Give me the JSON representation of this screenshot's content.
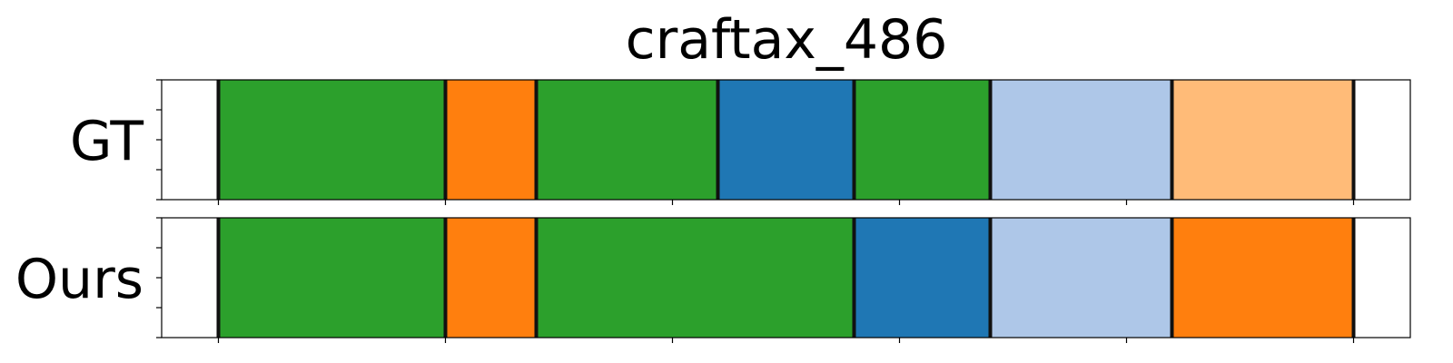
{
  "chart_data": {
    "type": "segmentation-timeline",
    "title": "craftax_486",
    "x_range": [
      0,
      550
    ],
    "x_ticks": [
      25,
      125,
      225,
      325,
      425,
      525
    ],
    "tick_labels_shown": false,
    "y_ticks_per_panel": 5,
    "boundary_color": "#111111",
    "rows": [
      {
        "label": "GT",
        "segments": [
          {
            "start": 25,
            "end": 125,
            "color": "#2ca02c"
          },
          {
            "start": 125,
            "end": 165,
            "color": "#ff7f0e"
          },
          {
            "start": 165,
            "end": 245,
            "color": "#2ca02c"
          },
          {
            "start": 245,
            "end": 305,
            "color": "#1f77b4"
          },
          {
            "start": 305,
            "end": 365,
            "color": "#2ca02c"
          },
          {
            "start": 365,
            "end": 445,
            "color": "#aec7e8"
          },
          {
            "start": 445,
            "end": 525,
            "color": "#ffbb78"
          }
        ]
      },
      {
        "label": "Ours",
        "segments": [
          {
            "start": 25,
            "end": 125,
            "color": "#2ca02c"
          },
          {
            "start": 125,
            "end": 165,
            "color": "#ff7f0e"
          },
          {
            "start": 165,
            "end": 305,
            "color": "#2ca02c"
          },
          {
            "start": 305,
            "end": 365,
            "color": "#1f77b4"
          },
          {
            "start": 365,
            "end": 445,
            "color": "#aec7e8"
          },
          {
            "start": 445,
            "end": 525,
            "color": "#ff7f0e"
          }
        ]
      }
    ]
  }
}
